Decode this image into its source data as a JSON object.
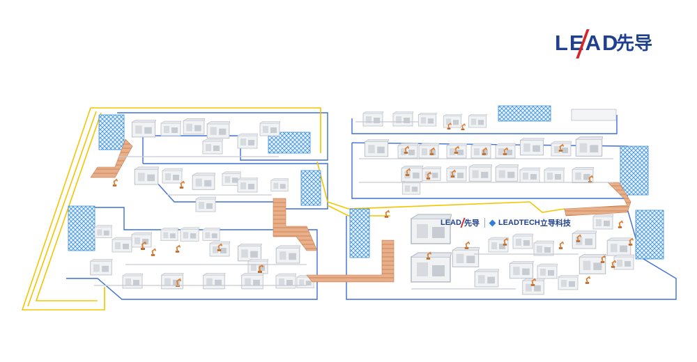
{
  "brand": {
    "logo_lead": "LEAD",
    "logo_cn": "先导",
    "mid_logo_lead": "LEAD",
    "mid_logo_cn": "先导",
    "mid_logo_tech": "LEADTECH",
    "mid_logo_tech_cn": "立导科技",
    "primary_color": "#1f3f8f",
    "accent_color": "#d4262b"
  },
  "palette": {
    "floor_outline": "#3b6fd6",
    "conveyor_outline": "#f2c500",
    "storage_rack": "#3a8fdc",
    "robot_arm": "#d9823b",
    "belt": "#d89a70",
    "machine": "#d7dadf"
  }
}
